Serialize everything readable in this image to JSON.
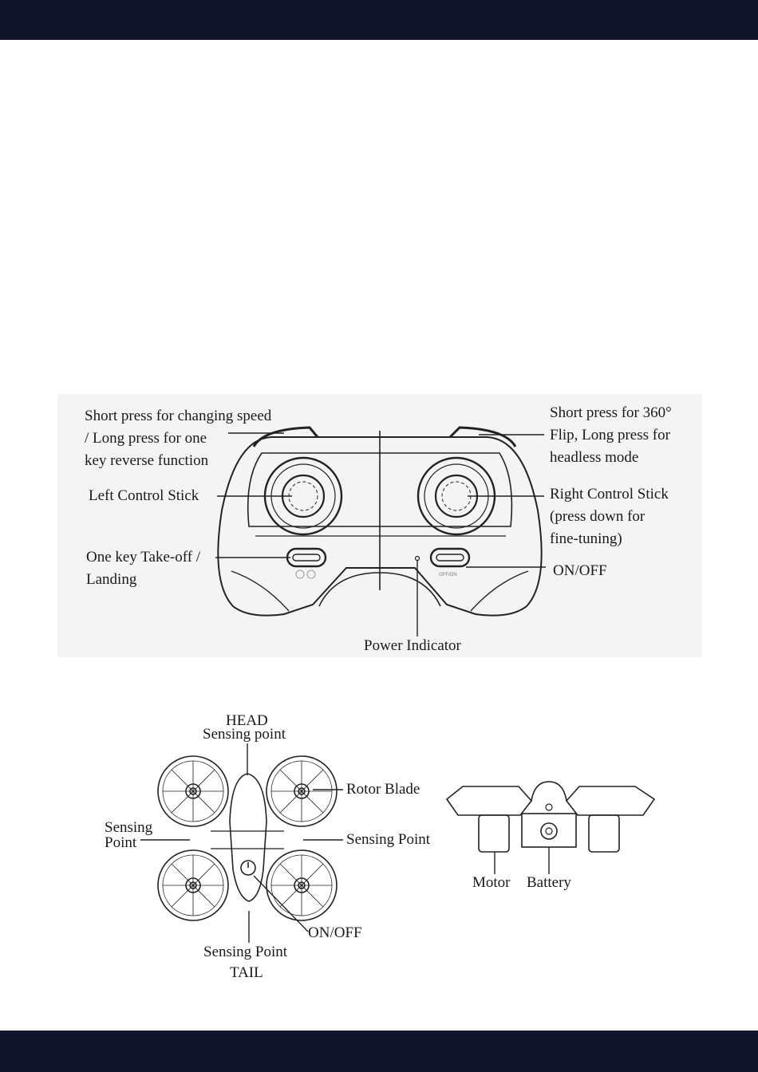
{
  "controller": {
    "speed_button": [
      "Short press for changing speed",
      "/ Long press for one",
      "key reverse function"
    ],
    "flip_button": [
      "Short press for 360°",
      "Flip, Long press for",
      "headless mode"
    ],
    "left_stick": "Left Control Stick",
    "right_stick": [
      "Right Control Stick",
      "(press down for",
      "fine-tuning)"
    ],
    "takeoff": [
      "One key Take-off /",
      "Landing"
    ],
    "on_off": "ON/OFF",
    "power_indicator": "Power Indicator",
    "switch_print": "OFF/ON"
  },
  "drone_top": {
    "head": "HEAD",
    "head_sensing": "Sensing point",
    "rotor_blade": "Rotor Blade",
    "left_sensing": [
      "Sensing",
      "Point"
    ],
    "right_sensing": "Sensing Point",
    "on_off": "ON/OFF",
    "tail_sensing": "Sensing Point",
    "tail": "TAIL"
  },
  "drone_side": {
    "motor": "Motor",
    "battery": "Battery"
  }
}
